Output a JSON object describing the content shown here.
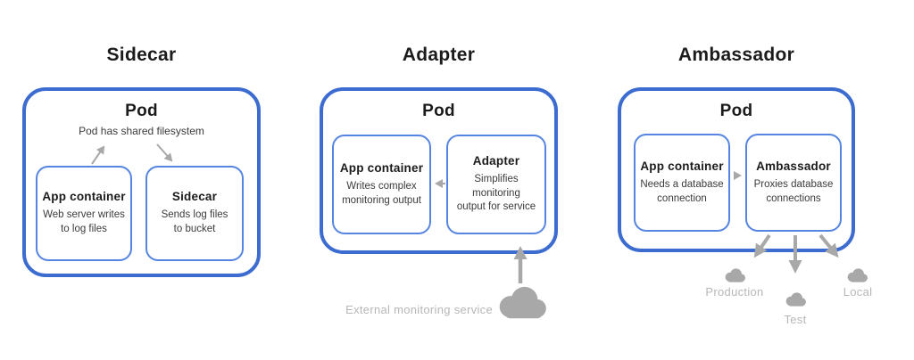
{
  "colors": {
    "pod_border": "#3d6cd0",
    "container_border": "#5585e0",
    "title_text": "#1b1b1b",
    "body_text": "#3b3b3b",
    "connector_gray": "#a8a8a8",
    "label_gray": "#b7b7b7"
  },
  "panels": [
    {
      "title": "Sidecar",
      "pod": {
        "label": "Pod",
        "subtitle": "Pod has shared filesystem"
      },
      "containers": [
        {
          "title": "App container",
          "desc": "Web server writes\nto log files"
        },
        {
          "title": "Sidecar",
          "desc": "Sends log files\nto bucket"
        }
      ]
    },
    {
      "title": "Adapter",
      "pod": {
        "label": "Pod"
      },
      "containers": [
        {
          "title": "App container",
          "desc": "Writes complex\nmonitoring output"
        },
        {
          "title": "Adapter",
          "desc": "Simplifies monitoring\noutput for service"
        }
      ],
      "external": {
        "label": "External monitoring service",
        "icon": "cloud-icon"
      }
    },
    {
      "title": "Ambassador",
      "pod": {
        "label": "Pod"
      },
      "containers": [
        {
          "title": "App container",
          "desc": "Needs a database\nconnection"
        },
        {
          "title": "Ambassador",
          "desc": "Proxies database\nconnections"
        }
      ],
      "environments": [
        {
          "label": "Production",
          "icon": "cloud-icon"
        },
        {
          "label": "Test",
          "icon": "cloud-icon"
        },
        {
          "label": "Local",
          "icon": "cloud-icon"
        }
      ]
    }
  ]
}
